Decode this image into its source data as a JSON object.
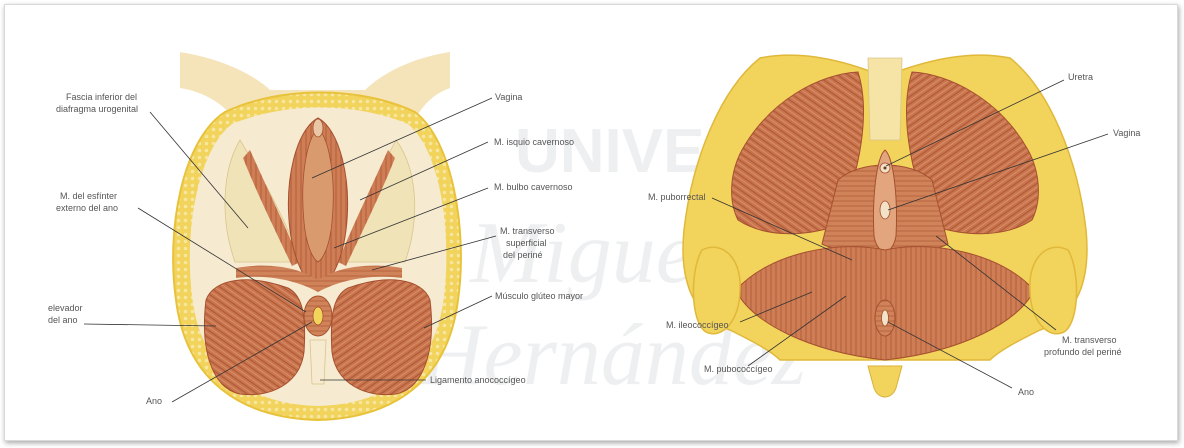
{
  "watermark": {
    "line1": "UNIVERSIDAD",
    "line2": "Miguel",
    "line3": "Hernández"
  },
  "left_figure": {
    "labels": {
      "fascia_line1": "Fascia inferior del",
      "fascia_line2": "diafragma urogenital",
      "vagina": "Vagina",
      "isquio": "M. isquio cavernoso",
      "bulbo": "M. bulbo cavernoso",
      "esfinter_line1": "M. del esfínter",
      "esfinter_line2": "externo del ano",
      "transverso_line1": "M. transverso",
      "transverso_line2": "superficial",
      "transverso_line3": "del periné",
      "elevador_line1": "elevador",
      "elevador_line2": "del ano",
      "gluteo": "Músculo glúteo mayor",
      "ano": "Ano",
      "ligamento": "Ligamento anococcígeo"
    }
  },
  "right_figure": {
    "labels": {
      "uretra": "Uretra",
      "vagina": "Vagina",
      "pubo_rectal": "M. puborrectal",
      "ileococcigeo": "M. ileococcígeo",
      "pubococcigeo": "M. pubococcígeo",
      "transverso_line1": "M. transverso",
      "transverso_line2": "profundo del periné",
      "ano": "Ano"
    }
  },
  "colors": {
    "muscle": "#c9744d",
    "muscle_dark": "#a5502f",
    "muscle_light": "#e0a07c",
    "fat": "#f2d35c",
    "fat_light": "#f7e6a0",
    "skin": "#f3dfae",
    "fascia": "#efe3c2"
  }
}
